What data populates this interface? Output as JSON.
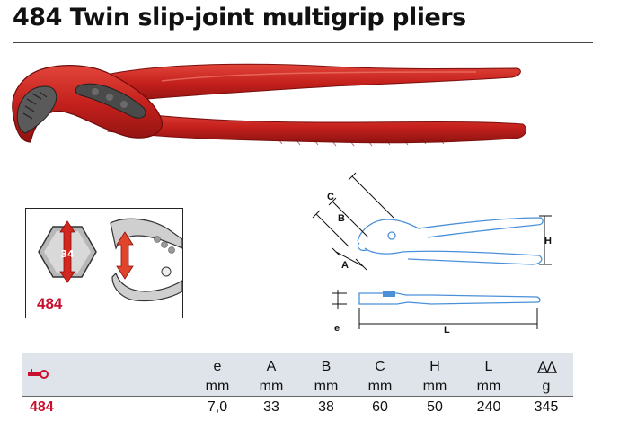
{
  "title": "484 Twin slip-joint multigrip pliers",
  "icon_panel": {
    "code": "484",
    "jaw_size": "34"
  },
  "drawing": {
    "labels": [
      "C",
      "B",
      "A",
      "H",
      "e",
      "L"
    ]
  },
  "specs": {
    "columns": [
      {
        "symbol": "e",
        "unit": "mm",
        "value": "7,0"
      },
      {
        "symbol": "A",
        "unit": "mm",
        "value": "33"
      },
      {
        "symbol": "B",
        "unit": "mm",
        "value": "38"
      },
      {
        "symbol": "C",
        "unit": "mm",
        "value": "60"
      },
      {
        "symbol": "H",
        "unit": "mm",
        "value": "50"
      },
      {
        "symbol": "L",
        "unit": "mm",
        "value": "240"
      },
      {
        "symbol": "",
        "unit": "g",
        "value": "345",
        "icon": "weight-icon"
      }
    ],
    "row_code": "484",
    "row_icon": "article-reference-icon",
    "colors": {
      "accent": "#c8102e",
      "header_bg": "#dfe4ea",
      "drawing": "#4a90d9"
    }
  }
}
